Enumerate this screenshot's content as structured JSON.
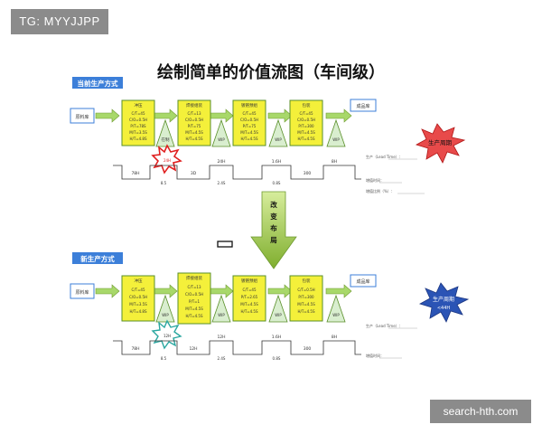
{
  "corner_tag": "TG: MYYJJPP",
  "watermark": "search-hth.com",
  "title": "绘制简单的价值流图（车间级）",
  "current_state": {
    "label": "当前生产方式",
    "start_box": "原料库",
    "end_box": "成品库",
    "stations": [
      {
        "name": "冲压",
        "lines": [
          "C/T=45",
          "C/O=0.5H",
          "P/T=78S",
          "M/T=3.5S",
          "H/T=4.8S"
        ]
      },
      {
        "name": "焊接组装",
        "lines": [
          "C/T=13",
          "C/O=0.5H",
          "P/T=75",
          "M/T=4.5S",
          "H/T=4.5S"
        ]
      },
      {
        "name": "镀铬预组",
        "lines": [
          "C/T=45",
          "C/O=0.5H",
          "P/T=75",
          "M/T=4.5S",
          "H/T=4.5S"
        ]
      },
      {
        "name": "包装",
        "lines": [
          "C/T=45",
          "C/O=0.5H",
          "P/T=300",
          "M/T=4.5S",
          "H/T=4.5S"
        ]
      }
    ],
    "wip_labels": [
      "在制",
      "WIP",
      "WIP",
      "WIP"
    ],
    "burst_label": "24H",
    "timeline_top": [
      "78H",
      "3D",
      "24H",
      "1.6H",
      "300",
      "8H"
    ],
    "timeline_bottom": [
      "8.5",
      "2.4S",
      "0.8S"
    ],
    "lead_time_label": "生产周期",
    "notes": [
      "生产（Lead Time）：",
      "增值时间：",
      "增值比例（%）："
    ]
  },
  "arrow_text": [
    "改",
    "变",
    "布",
    "局"
  ],
  "future_state": {
    "label": "新生产方式",
    "start_box": "原料库",
    "end_box": "成品库",
    "stations": [
      {
        "name": "冲压",
        "lines": [
          "C/T=45",
          "C/O=0.5H",
          "M/T=3.5S",
          "H/T=4.8S"
        ]
      },
      {
        "name": "焊接组装",
        "lines": [
          "C/T=13",
          "C/O=0.5H",
          "P/T=1",
          "M/T=4.5S",
          "H/T=4.5S"
        ]
      },
      {
        "name": "镀铬预组",
        "lines": [
          "C/T=45",
          "P/T=2.65",
          "M/T=4.5S",
          "H/T=4.5S"
        ]
      },
      {
        "name": "包装",
        "lines": [
          "C/T=0.5H",
          "P/T=300",
          "M/T=4.5S",
          "H/T=4.5S"
        ]
      }
    ],
    "wip_labels": [
      "WIP",
      "WIP",
      "WIP",
      "WIP"
    ],
    "burst_label": "12H",
    "timeline_top": [
      "78H",
      "12H",
      "12H",
      "1.6H",
      "300",
      "8H"
    ],
    "timeline_bottom": [
      "8.5",
      "2.4S",
      "0.8S"
    ],
    "lead_time_label": "生产周期",
    "lead_time_value": "<44H",
    "notes": [
      "生产（Lead Time）：",
      "增值时间："
    ]
  },
  "colors": {
    "station_fill": "#f4f03a",
    "station_stroke": "#5a8f2a",
    "arrow_green": "#a8d86a",
    "down_arrow": "#9bc34a",
    "red_star": "#e02020",
    "blue_star": "#2b54b5",
    "label_blue": "#3c7fd9",
    "wip_fill": "#d9eecf"
  }
}
